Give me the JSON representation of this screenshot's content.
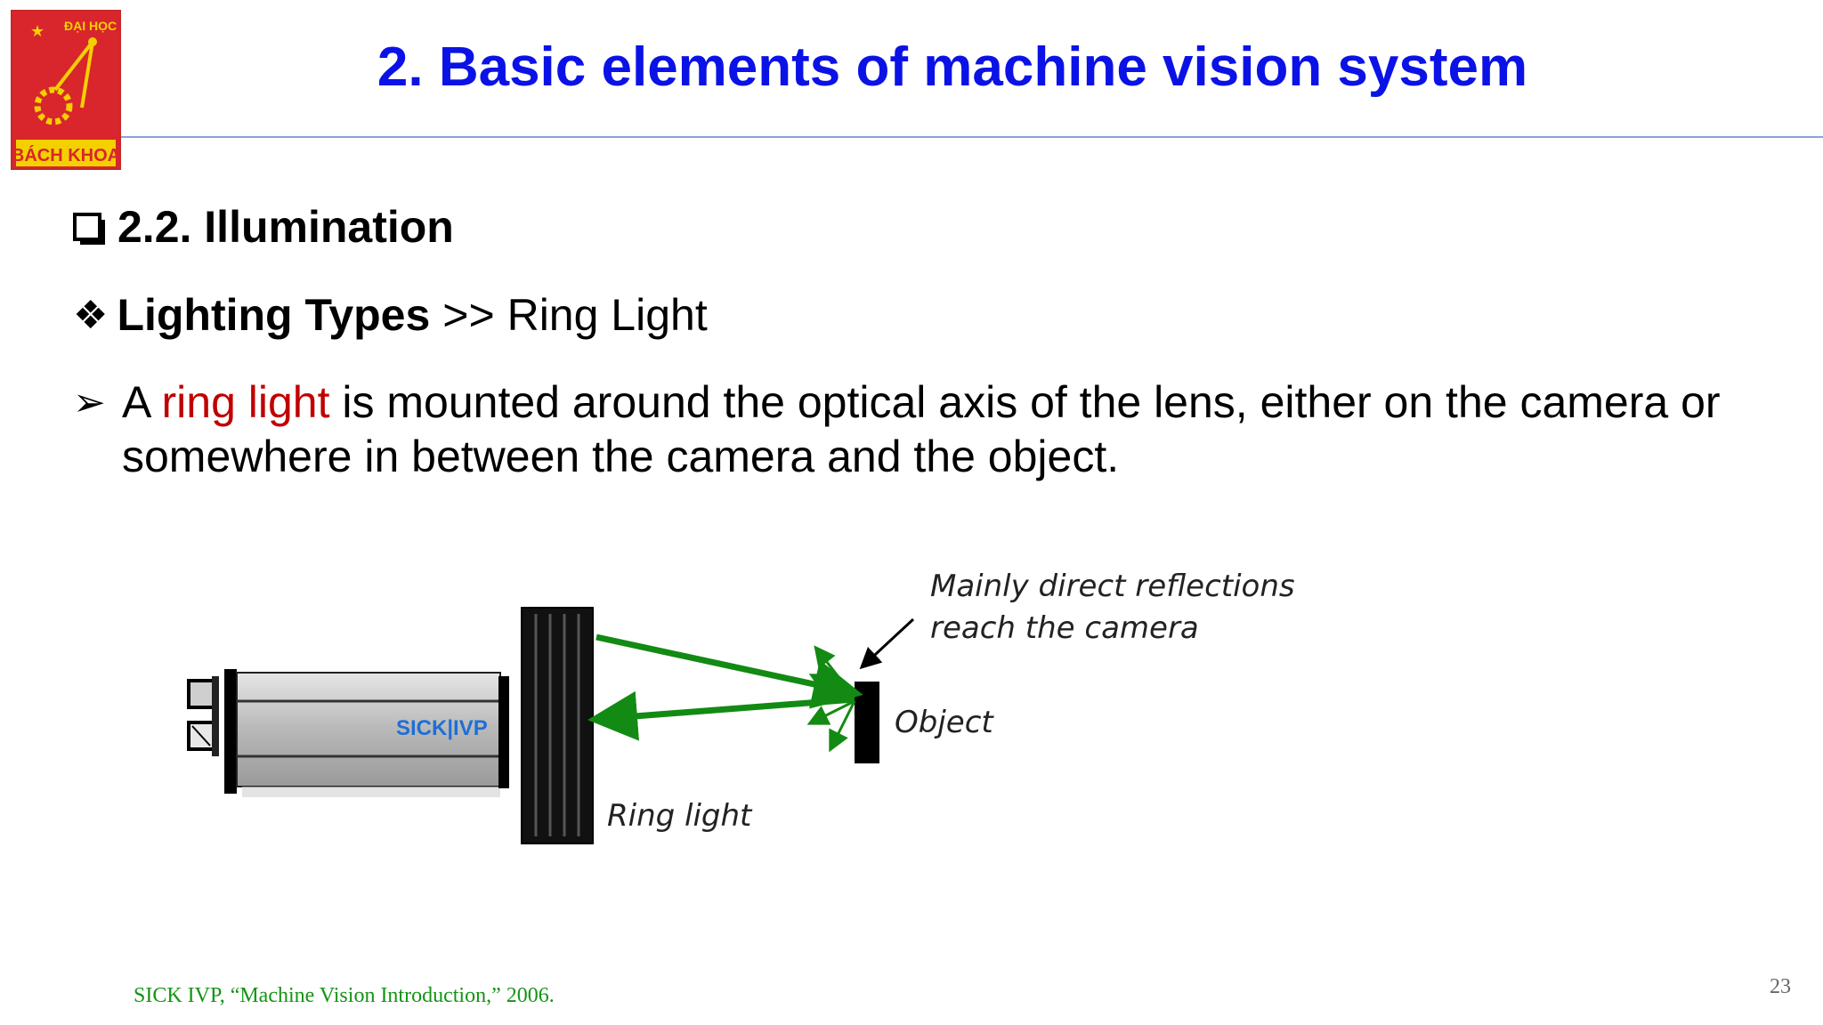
{
  "slide": {
    "title": "2. Basic elements of machine vision system",
    "section_heading": "2.2. Illumination",
    "subsection": {
      "bold": "Lighting Types",
      "rest": ">> Ring Light"
    },
    "bullet": {
      "prefix": "A",
      "highlight": "ring light",
      "rest": "is mounted around the optical axis of the lens, either on the camera or somewhere in between the camera and the object."
    },
    "citation": "SICK IVP, “Machine Vision Introduction,” 2006.",
    "page_number": "23"
  },
  "logo": {
    "top_text": "ĐẠI HỌC",
    "bottom_text": "BÁCH KHOA"
  },
  "diagram": {
    "camera_brand": "SICK|IVP",
    "reflection_label_line1": "Mainly direct reflections",
    "reflection_label_line2": "reach the camera",
    "object_label": "Object",
    "ring_light_label": "Ring light"
  },
  "colors": {
    "title": "#0b12e6",
    "highlight": "#c00000",
    "citation": "#149414",
    "ray": "#138a13",
    "logo_red": "#d8262c",
    "logo_yellow": "#f5d000"
  },
  "icons": [
    "checkbox-icon",
    "diamond-bullet-icon",
    "arrow-bullet-icon",
    "university-logo"
  ]
}
